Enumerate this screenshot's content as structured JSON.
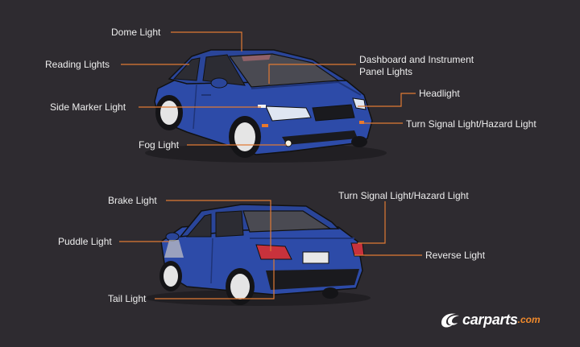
{
  "colors": {
    "background": "#2e2b30",
    "car_body": "#2d4ba8",
    "car_dark": "#1f3478",
    "leader": "#e07a34",
    "text": "#eeeeee",
    "brand_accent": "#f08a2c"
  },
  "labels": {
    "dome_light": "Dome Light",
    "reading_lights": "Reading Lights",
    "dashboard_line1": "Dashboard and Instrument",
    "dashboard_line2": "Panel Lights",
    "headlight": "Headlight",
    "side_marker_light": "Side Marker Light",
    "turn_signal_front": "Turn Signal Light/Hazard Light",
    "fog_light": "Fog Light",
    "brake_light": "Brake Light",
    "turn_signal_rear": "Turn Signal Light/Hazard Light",
    "puddle_light": "Puddle Light",
    "reverse_light": "Reverse Light",
    "tail_light": "Tail Light"
  },
  "logo": {
    "icon": "carparts-swoosh-icon",
    "name": "carparts",
    "domain": ".com"
  }
}
